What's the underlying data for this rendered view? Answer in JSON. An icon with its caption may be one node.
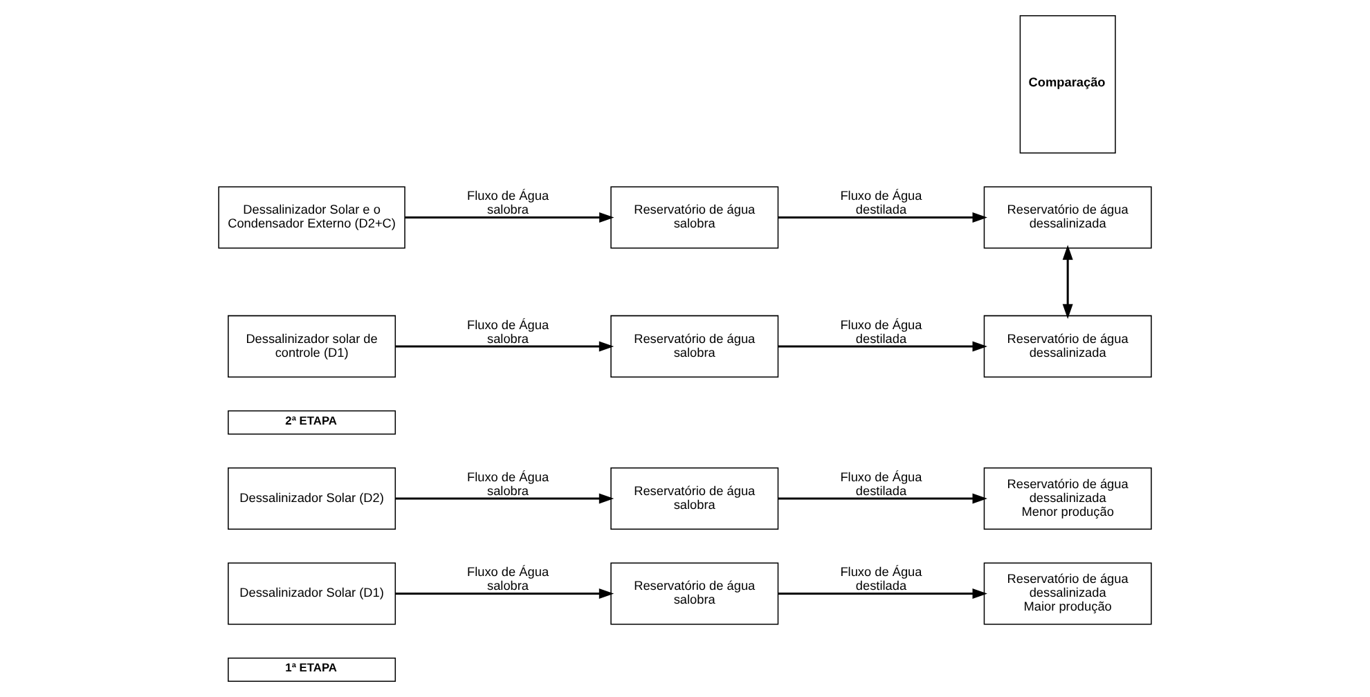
{
  "diagram": {
    "nodes": [
      {
        "text": [
          "1ª ETAPA"
        ]
      },
      {
        "text": [
          "Dessalinizador Solar (D1)"
        ]
      },
      {
        "text": [
          "Reservatório de água salobra"
        ]
      },
      {
        "text": [
          "Reservatório de água dessalinizada",
          "Maior produção"
        ]
      },
      {
        "text": [
          "Dessalinizador Solar (D2)"
        ]
      },
      {
        "text": [
          "Reservatório de água salobra"
        ]
      },
      {
        "text": [
          "Reservatório de água dessalinizada",
          "Menor produção"
        ]
      },
      {
        "text": [
          "2ª ETAPA"
        ]
      },
      {
        "text": [
          "Dessalinizador solar de controle (D1)"
        ]
      },
      {
        "text": [
          "Reservatório de água salobra"
        ]
      },
      {
        "text": [
          "Reservatório de água dessalinizada"
        ]
      },
      {
        "text": [
          "Dessalinizador Solar e o Condensador Externo (D2+C)"
        ]
      },
      {
        "text": [
          "Reservatório de água salobra"
        ]
      },
      {
        "text": [
          "Reservatório de água dessalinizada"
        ]
      },
      {
        "text": [
          "Comparação"
        ]
      }
    ],
    "edges": [
      {
        "from": 1,
        "to": 2,
        "arrow": "to",
        "label": "Fluxo de Água salobra"
      },
      {
        "from": 2,
        "to": 3,
        "arrow": "to",
        "label": "Fluxo de Água destilada"
      },
      {
        "from": 4,
        "to": 5,
        "arrow": "to",
        "label": "Fluxo de Água salobra"
      },
      {
        "from": 5,
        "to": 6,
        "arrow": "to",
        "label": "Fluxo de Água destilada"
      },
      {
        "from": 8,
        "to": 9,
        "arrow": "to",
        "label": "Fluxo de Água salobra"
      },
      {
        "from": 9,
        "to": 10,
        "arrow": "to",
        "label": "Fluxo de Água destilada"
      },
      {
        "from": 11,
        "to": 12,
        "arrow": "to",
        "label": "Fluxo de Água salobra"
      },
      {
        "from": 12,
        "to": 13,
        "arrow": "to",
        "label": "Fluxo de Água destilada"
      },
      {
        "from": 10,
        "to": 13,
        "arrow": "both"
      }
    ]
  }
}
